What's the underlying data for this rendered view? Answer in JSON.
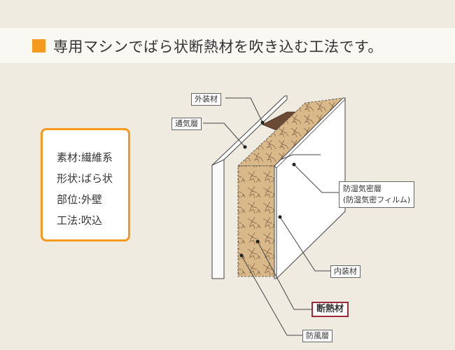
{
  "title": "専用マシンでばら状断熱材を吹き込む工法です。",
  "spec": {
    "material": "素材:繊維系",
    "shape": "形状:ばら状",
    "location": "部位:外壁",
    "method": "工法:吹込"
  },
  "labels": {
    "gaisouzai": "外装材",
    "tsukisou": "通気層",
    "boshitsu_1": "防湿気密層",
    "boshitsu_2": "(防湿気密フィルム)",
    "naisouzai": "内装材",
    "danetsuzai": "断熱材",
    "bofusou": "防風層"
  },
  "colors": {
    "accent": "#f39a1f",
    "insulation_frame": "#a0283c",
    "insulation_fill": "#d9b98a",
    "dark_board": "#6b4a35"
  }
}
